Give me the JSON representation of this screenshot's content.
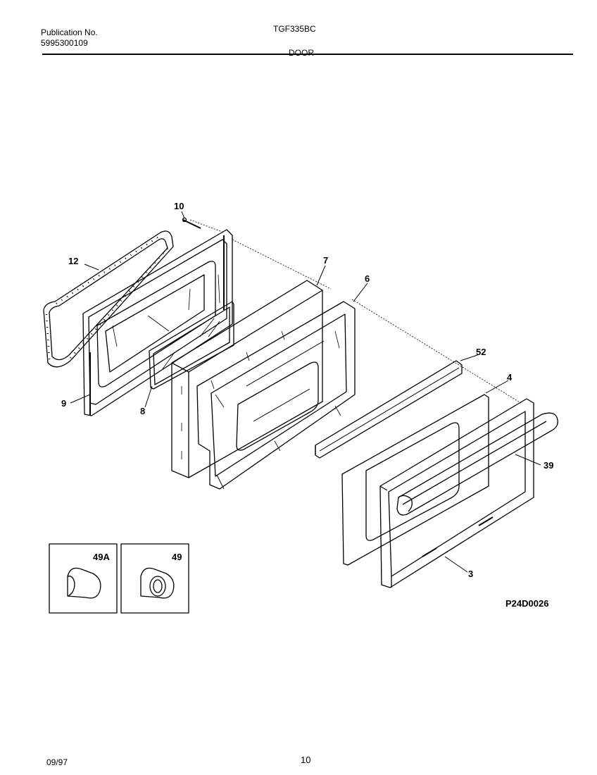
{
  "header": {
    "publication_label": "Publication No.",
    "publication_number": "5995300109",
    "model": "TGF335BC",
    "section": "DOOR"
  },
  "callouts": {
    "c10": "10",
    "c12": "12",
    "c7": "7",
    "c6": "6",
    "c52": "52",
    "c4": "4",
    "c39": "39",
    "c9": "9",
    "c8": "8",
    "c3": "3"
  },
  "inset_boxes": {
    "left_label": "49A",
    "right_label": "49"
  },
  "diagram_code": "P24D0026",
  "footer": {
    "date": "09/97",
    "page": "10"
  }
}
